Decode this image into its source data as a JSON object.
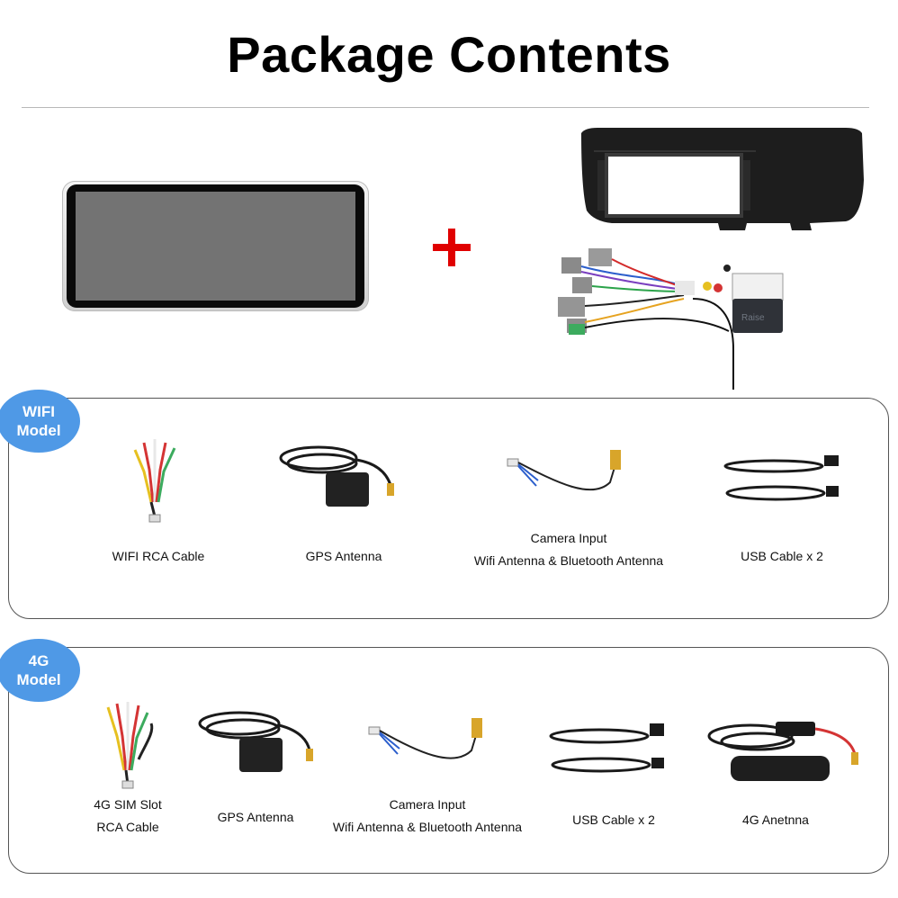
{
  "header": {
    "title": "Package Contents"
  },
  "wifi_section": {
    "badge_line1": "WIFI",
    "badge_line2": "Model",
    "items": [
      {
        "label1": "WIFI RCA Cable"
      },
      {
        "label1": "GPS Antenna"
      },
      {
        "label1": "Camera Input",
        "label2": "Wifi Antenna & Bluetooth Antenna"
      },
      {
        "label1": "USB Cable x 2"
      }
    ]
  },
  "g4_section": {
    "badge_line1": "4G",
    "badge_line2": "Model",
    "items": [
      {
        "label1": "4G SIM Slot",
        "label2": "RCA Cable"
      },
      {
        "label1": "GPS Antenna"
      },
      {
        "label1": "Camera Input",
        "label2": "Wifi Antenna & Bluetooth Antenna"
      },
      {
        "label1": "USB Cable x 2"
      },
      {
        "label1": "4G Anetnna"
      }
    ]
  },
  "colors": {
    "badge": "#4f99e6",
    "plus": "#e00000",
    "border": "#555555"
  },
  "box_label": "Raise"
}
